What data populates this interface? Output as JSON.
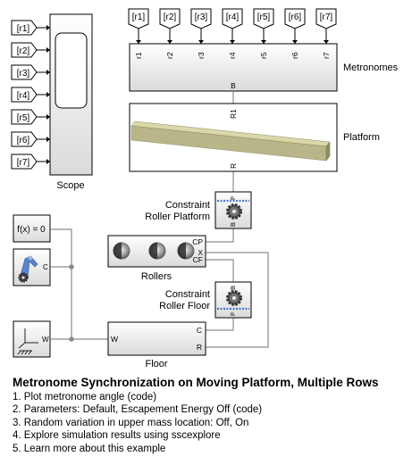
{
  "scope": {
    "label": "Scope",
    "inputs": [
      "[r1]",
      "[r2]",
      "[r3]",
      "[r4]",
      "[r5]",
      "[r6]",
      "[r7]"
    ]
  },
  "metronomes": {
    "label": "Metronomes",
    "froms": [
      "[r1]",
      "[r2]",
      "[r3]",
      "[r4]",
      "[r5]",
      "[r6]",
      "[r7]"
    ],
    "ports": [
      "r1",
      "r2",
      "r3",
      "r4",
      "r5",
      "r6",
      "r7"
    ],
    "bottom_port": "B"
  },
  "platform": {
    "label": "Platform",
    "top_port": "R1",
    "bottom_port": "R"
  },
  "constraint_platform": {
    "label_line1": "Constraint",
    "label_line2": "Roller Platform",
    "top_port": "F",
    "bottom_port": "B"
  },
  "rollers": {
    "label": "Rollers",
    "ports": [
      "CP",
      "X",
      "CF"
    ]
  },
  "constraint_floor": {
    "label_line1": "Constraint",
    "label_line2": "Roller Floor",
    "top_port": "B",
    "bottom_port": "F"
  },
  "floor": {
    "label": "Floor",
    "left_port": "W",
    "right_ports": [
      "C",
      "R"
    ]
  },
  "solver": {
    "label": "f(x) = 0"
  },
  "mech_config": {
    "port": "C"
  },
  "world_frame": {
    "port": "W"
  },
  "description": {
    "title": "Metronome Synchronization on Moving Platform, Multiple Rows",
    "items": [
      "1. Plot metronome angle (code)",
      "2. Parameters: Default, Escapement Energy Off (code)",
      "3. Random variation in upper mass location: Off, On",
      "4. Explore simulation results using sscexplore",
      "5. Learn more about this example"
    ]
  },
  "colors": {
    "line": "#8c8c8c",
    "platform_top": "#d9d7a9",
    "platform_side": "#9e9c6a",
    "platform_front": "#b9b78a",
    "constraint_blue": "#4a74c9",
    "block_gradient_top": "#ffffff",
    "block_gradient_bottom": "#dcdcdc"
  }
}
